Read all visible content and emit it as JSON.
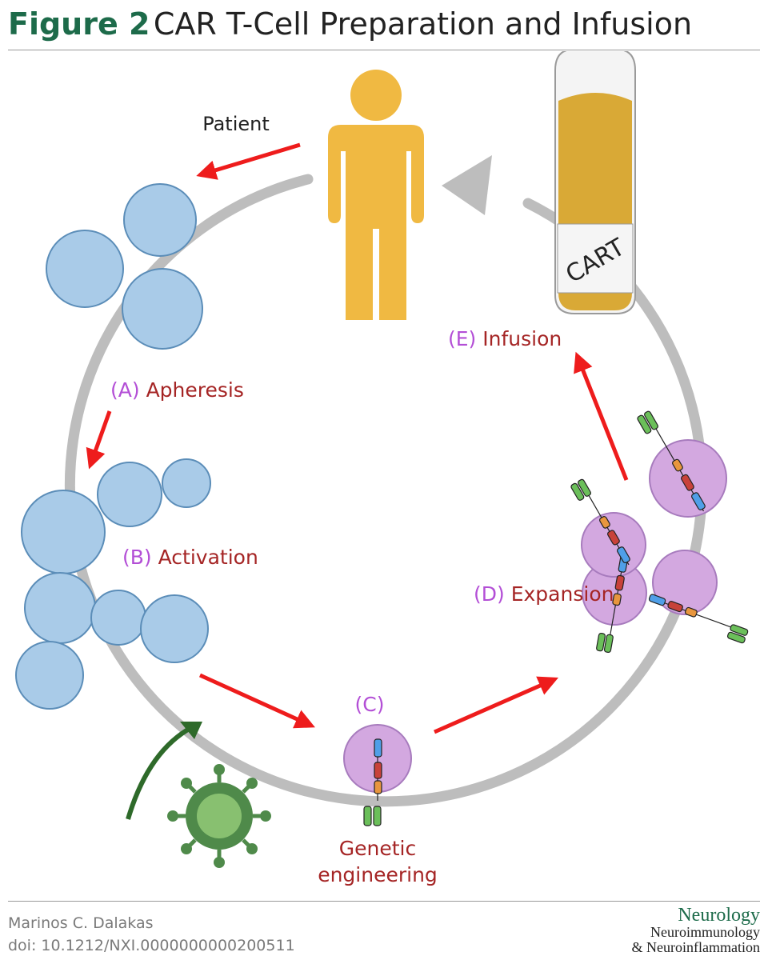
{
  "header": {
    "figure_label": "Figure 2",
    "title": "CAR T-Cell Preparation and Infusion"
  },
  "diagram": {
    "patient_label": "Patient",
    "bag_label": "CART",
    "steps": [
      {
        "letter": "(A)",
        "name": "Apheresis"
      },
      {
        "letter": "(B)",
        "name": "Activation"
      },
      {
        "letter": "(C)",
        "name": ""
      },
      {
        "letter": "(D)",
        "name": "Expansion"
      },
      {
        "letter": "(E)",
        "name": "Infusion"
      }
    ],
    "genetic_line1": "Genetic",
    "genetic_line2": "engineering",
    "colors": {
      "cycle": "#bdbdbd",
      "arrow": "#ee1c1c",
      "cell_blue": "#a9cbe8",
      "cell_purple": "#d3a8e0",
      "patient": "#f0b942",
      "virus": "#4f8a4a",
      "letter": "#b34fd6",
      "step_text": "#a52525"
    }
  },
  "footer": {
    "author": "Marinos C. Dalakas",
    "doi": "doi: 10.1212/NXI.0000000000200511",
    "journal_line1": "Neurology",
    "journal_line2": "Neuroimmunology",
    "journal_line3": "& Neuroinflammation"
  }
}
